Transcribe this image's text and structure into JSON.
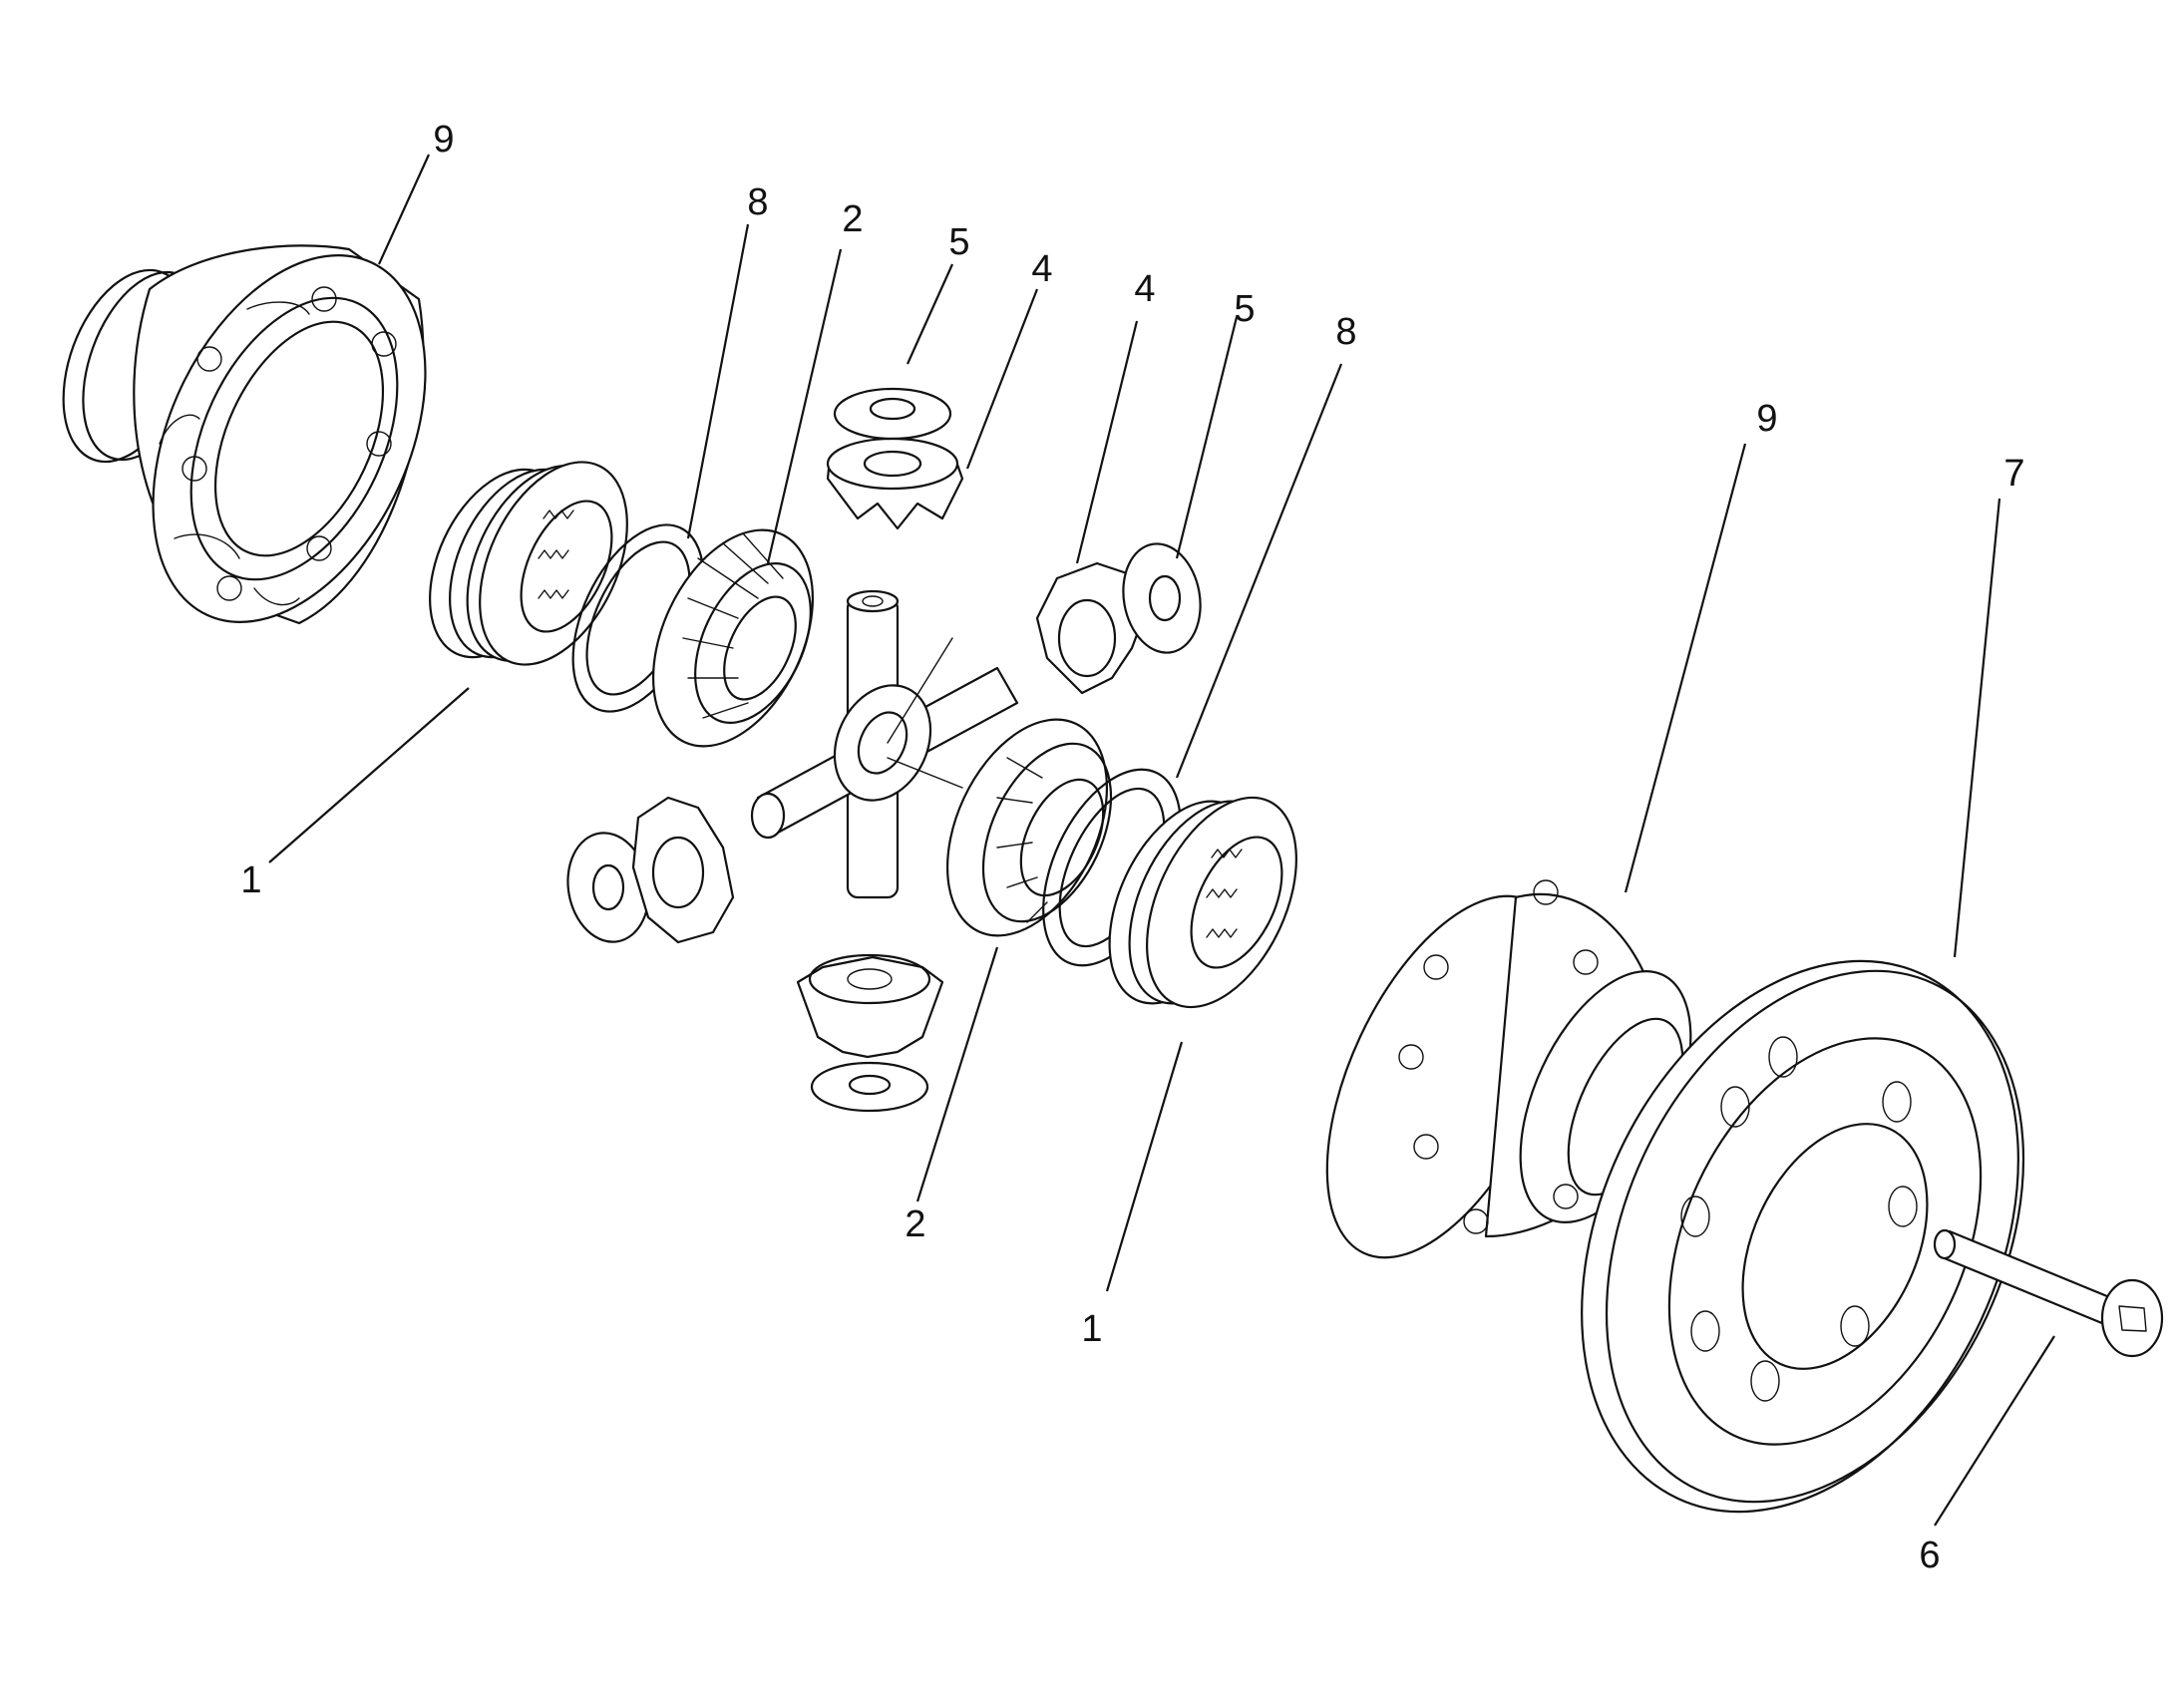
{
  "callouts": [
    {
      "id": "c9a",
      "text": "9"
    },
    {
      "id": "c8a",
      "text": "8"
    },
    {
      "id": "c2a",
      "text": "2"
    },
    {
      "id": "c5a",
      "text": "5"
    },
    {
      "id": "c4a",
      "text": "4"
    },
    {
      "id": "c4b",
      "text": "4"
    },
    {
      "id": "c5b",
      "text": "5"
    },
    {
      "id": "c8b",
      "text": "8"
    },
    {
      "id": "c9b",
      "text": "9"
    },
    {
      "id": "c7",
      "text": "7"
    },
    {
      "id": "c1a",
      "text": "1"
    },
    {
      "id": "c2b",
      "text": "2"
    },
    {
      "id": "c1b",
      "text": "1"
    },
    {
      "id": "c6",
      "text": "6"
    }
  ],
  "colors": {
    "line": "#111111",
    "background": "#ffffff"
  }
}
